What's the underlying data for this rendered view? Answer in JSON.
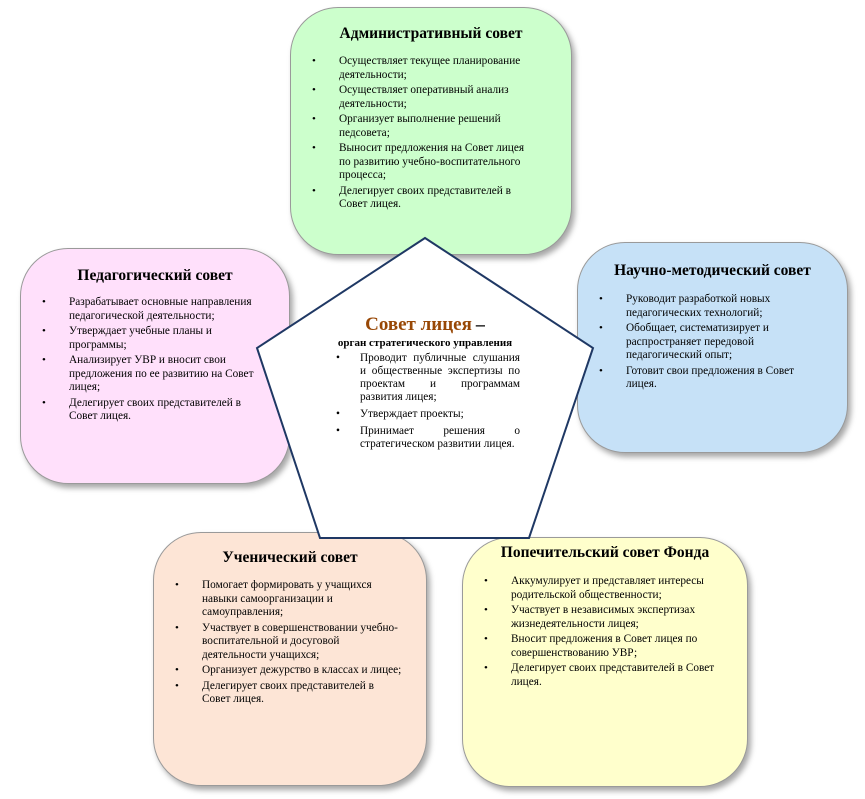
{
  "admin": {
    "title": "Административный совет",
    "items": [
      "Осуществляет текущее планирование деятельности;",
      "Осуществляет оперативный анализ деятельности;",
      "Организует выполнение решений педсовета;",
      "Выносит предложения на Совет лицея по развитию учебно-воспитательного процесса;",
      "Делегирует своих представителей в Совет лицея."
    ]
  },
  "ped": {
    "title": "Педагогический совет",
    "items": [
      "Разрабатывает основные направления педагогической деятельности;",
      "Утверждает учебные планы и программы;",
      "Анализирует УВР и вносит свои предложения по ее развитию на Совет лицея;",
      "Делегирует своих представителей в Совет лицея."
    ]
  },
  "nauch": {
    "title": "Научно-методический совет",
    "items": [
      "Руководит разработкой новых педагогических технологий;",
      "Обобщает, систематизирует и распространяет передовой педагогический опыт;",
      "Готовит свои предложения в Совет лицея."
    ]
  },
  "uchen": {
    "title": "Ученический совет",
    "items": [
      "Помогает формировать у учащихся навыки самоорганизации и самоуправления;",
      "Участвует в совершенствовании учебно-воспитательной и досуговой деятельности учащихся;",
      "Организует дежурство в классах и лицее;",
      "Делегирует своих представителей в Совет лицея."
    ]
  },
  "popech": {
    "title": "Попечительский совет Фонда",
    "items": [
      "Аккумулирует и представляет интересы родительской общественности;",
      "Участвует в независимых экспертизах жизнедеятельности лицея;",
      "Вносит предложения в Совет лицея по совершенствованию УВР;",
      "Делегирует своих представителей в Совет лицея."
    ]
  },
  "center": {
    "title": "Совет лицея",
    "dash": "–",
    "subtitle": "орган стратегического управления",
    "items": [
      "Проводит публичные слушания и общественные экспертизы по проектам и программам развития лицея;",
      "Утверждает проекты;",
      "Принимает решения о стратегическом развитии лицея."
    ]
  },
  "colors": {
    "admin": "#ccffcc",
    "ped": "#ffe0fb",
    "nauch": "#c6e1f7",
    "uchen": "#fde5d6",
    "popech": "#ffffcc",
    "center_title": "#984806",
    "pentagon_stroke": "#1f3864"
  }
}
